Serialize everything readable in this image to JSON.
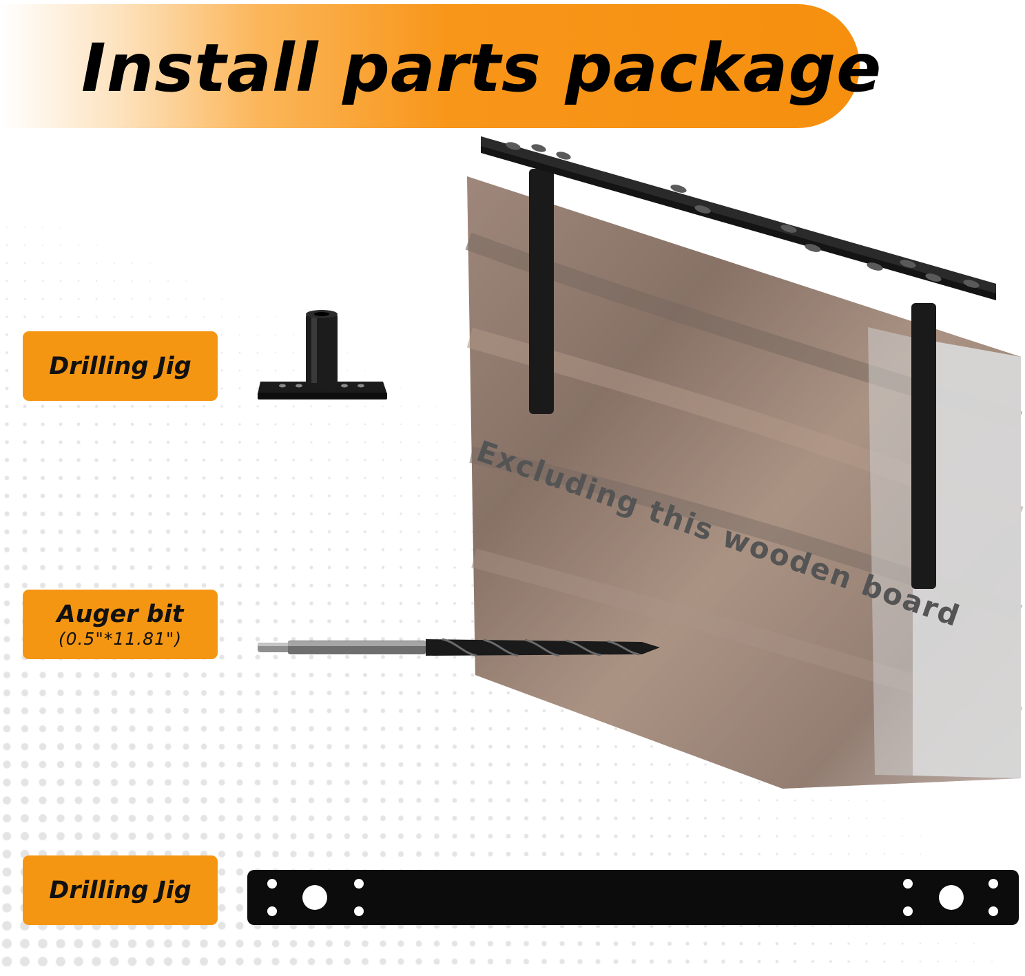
{
  "header": {
    "title": "Install parts package"
  },
  "parts": [
    {
      "label": "Drilling Jig",
      "note": ""
    },
    {
      "label": "Auger bit",
      "note": "(0.5\"*11.81\")"
    },
    {
      "label": "Drilling Jig",
      "note": ""
    }
  ],
  "board": {
    "notice": "Excluding this wooden board"
  },
  "colors": {
    "accent": "#f68f0e",
    "tag": "#f59612",
    "metal": "#161616"
  }
}
